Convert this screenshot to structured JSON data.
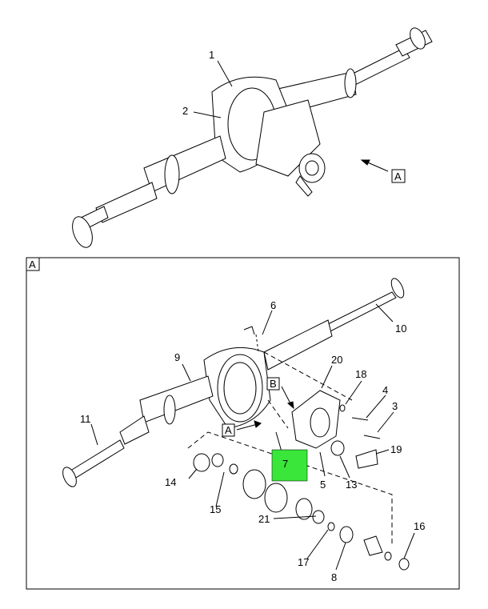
{
  "top_view": {
    "callouts": [
      "1",
      "2"
    ],
    "view_tag": "A"
  },
  "detail_view": {
    "frame_tag": "A",
    "sub_tags": [
      "B",
      "A"
    ],
    "callouts": [
      "3",
      "4",
      "5",
      "6",
      "7",
      "8",
      "9",
      "10",
      "11",
      "13",
      "14",
      "15",
      "16",
      "17",
      "18",
      "19",
      "20",
      "21"
    ],
    "highlight": {
      "label": "7",
      "color": "#39e639"
    }
  },
  "footer": {
    "left": "",
    "right": ""
  }
}
